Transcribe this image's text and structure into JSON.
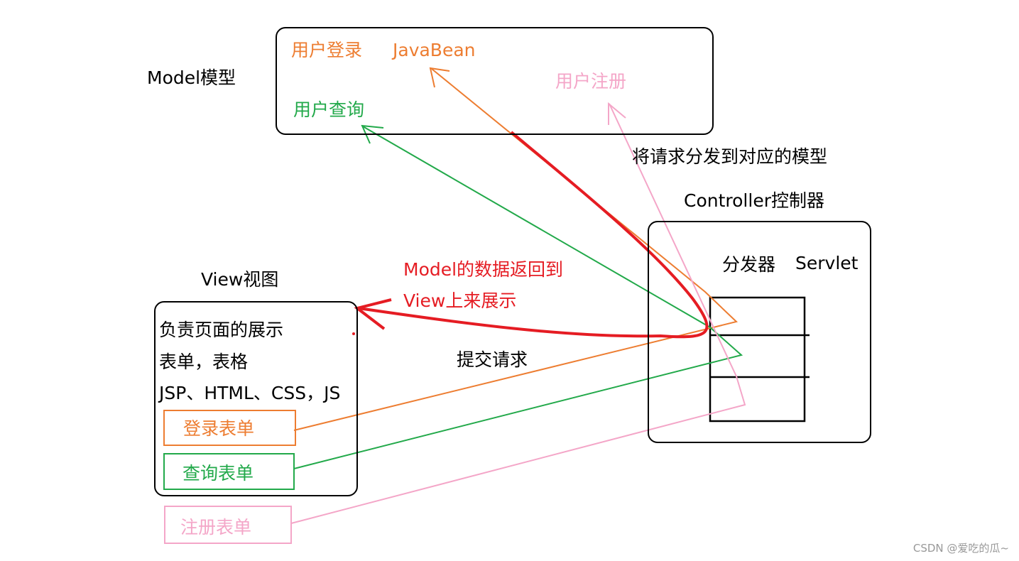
{
  "colors": {
    "black": "#000000",
    "orange": "#ED7D31",
    "green": "#22A94A",
    "pink": "#F4A6C8",
    "red": "#E51C23",
    "watermark": "#999999"
  },
  "model": {
    "title": "Model模型",
    "login": "用户登录",
    "javabean": "JavaBean",
    "register": "用户注册",
    "query": "用户查询"
  },
  "dispatch_label": "将请求分发到对应的模型",
  "controller": {
    "title": "Controller控制器",
    "dispatcher": "分发器",
    "servlet": "Servlet"
  },
  "view": {
    "title": "View视图",
    "line1": "负责页面的展示",
    "line2": "表单，表格",
    "line3": "JSP、HTML、CSS，JS",
    "login_form": "登录表单",
    "query_form": "查询表单",
    "register_form": "注册表单"
  },
  "return_label_1": "Model的数据返回到",
  "return_label_2": "View上来展示",
  "submit_label": "提交请求",
  "watermark": "CSDN @爱吃的瓜~"
}
